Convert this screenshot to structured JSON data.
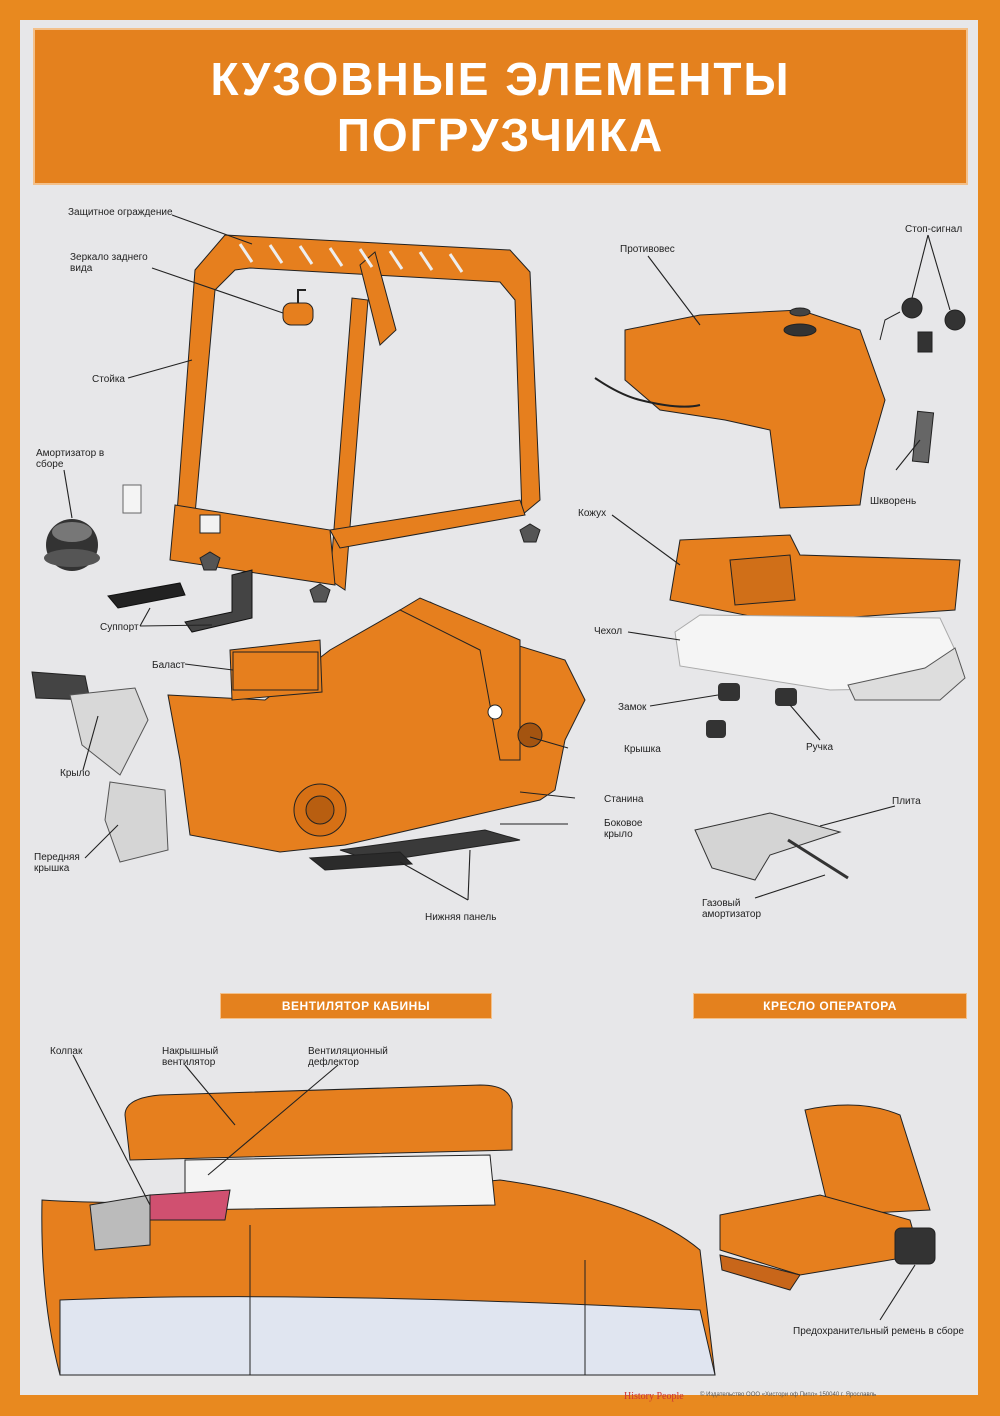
{
  "title": {
    "line1": "КУЗОВНЫЕ ЭЛЕМЕНТЫ",
    "line2": "ПОГРУЗЧИКА"
  },
  "labels": {
    "guard": "Защитное ограждение",
    "mirror": "Зеркало заднего вида",
    "pillar": "Стойка",
    "shock_assembly": "Амортизатор в сборе",
    "support": "Суппорт",
    "ballast": "Баласт",
    "fender": "Крыло",
    "front_cover": "Передняя крышка",
    "lid": "Крышка",
    "frame": "Станина",
    "side_fender": "Боковое крыло",
    "lower_panel": "Нижняя панель",
    "counterweight": "Противовес",
    "brake_light": "Стоп-сигнал",
    "pin": "Шкворень",
    "casing": "Кожух",
    "cover": "Чехол",
    "lock": "Замок",
    "handle": "Ручка",
    "plate": "Плита",
    "gas_strut": "Газовый амортизатор",
    "cap": "Колпак",
    "roof_fan": "Накрышный вентилятор",
    "vent_deflector": "Вентиляционный дефлектор",
    "seat_belt": "Предохранительный ремень в сборе"
  },
  "sections": {
    "cab_fan": "ВЕНТИЛЯТОР КАБИНЫ",
    "operator_seat": "КРЕСЛО ОПЕРАТОРА"
  },
  "footer": {
    "brand": "History People",
    "imprint": "© Издательство ООО «Хистори оф Пипл» 150040 г. Ярославль"
  },
  "colors": {
    "border": "#e8891f",
    "title_bg": "#e4811e",
    "part_fill": "#e67f1e",
    "page_bg": "#e7e7e9"
  }
}
